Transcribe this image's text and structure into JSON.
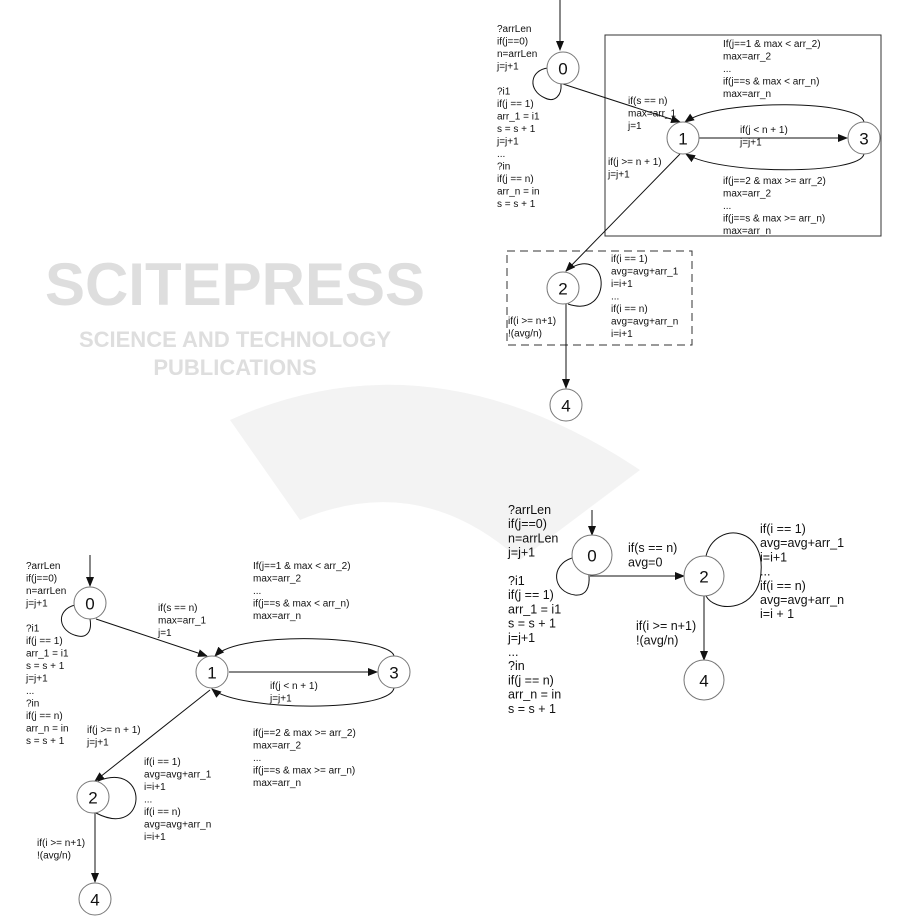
{
  "watermark": {
    "brand": "SCITEPRESS",
    "tagline": "SCIENCE AND TECHNOLOGY PUBLICATIONS"
  },
  "diagrams": [
    {
      "id": "A",
      "nodes": [
        "0",
        "1",
        "3",
        "2",
        "4"
      ],
      "labels": {
        "input": [
          "?arrLen",
          "if(j==0)",
          "n=arrLen",
          "j=j+1",
          "",
          "?i1",
          "if(j == 1)",
          "arr_1 = i1",
          "s = s + 1",
          "j=j+1",
          "...",
          "?in",
          "if(j == n)",
          "arr_n = in",
          "s = s + 1"
        ],
        "to1": [
          "if(s == n)",
          "max=arr_1",
          "j=1"
        ],
        "loopTop": [
          "If(j==1 & max < arr_2)",
          "max=arr_2",
          " ...",
          "if(j==s & max < arr_n)",
          "max=arr_n"
        ],
        "to3": [
          "if(j < n + 1)",
          "j=j+1"
        ],
        "loopBottom": [
          "if(j==2 & max >= arr_2)",
          "max=arr_2",
          "...",
          "if(j==s & max >= arr_n)",
          "max=arr_n"
        ],
        "to2": [
          "if(j >= n + 1)",
          "j=j+1"
        ],
        "avgLoop": [
          "if(i == 1)",
          "avg=avg+arr_1",
          "i=i+1",
          "...",
          "if(i == n)",
          "avg=avg+arr_n",
          "i=i+1"
        ],
        "to4": [
          "if(i >= n+1)",
          "!(avg/n)"
        ]
      }
    },
    {
      "id": "B",
      "nodes": [
        "0",
        "1",
        "3",
        "2",
        "4"
      ],
      "labels": {
        "input": [
          "?arrLen",
          "if(j==0)",
          "n=arrLen",
          "j=j+1",
          "",
          "?i1",
          "if(j == 1)",
          "arr_1 = i1",
          "s = s + 1",
          "j=j+1",
          "...",
          "?in",
          "if(j == n)",
          "arr_n = in",
          "s = s + 1"
        ],
        "to1": [
          "if(s == n)",
          "max=arr_1",
          "j=1"
        ],
        "loopTop": [
          "If(j==1 & max < arr_2)",
          "max=arr_2",
          " ...",
          "if(j==s & max < arr_n)",
          "max=arr_n"
        ],
        "to3": [
          "if(j < n + 1)",
          "j=j+1"
        ],
        "loopBottom": [
          "if(j==2 & max >= arr_2)",
          "max=arr_2",
          "...",
          "if(j==s & max >= arr_n)",
          "max=arr_n"
        ],
        "to2": [
          "if(j >= n + 1)",
          "j=j+1"
        ],
        "avgLoop": [
          "if(i == 1)",
          "avg=avg+arr_1",
          "i=i+1",
          "...",
          "if(i == n)",
          "avg=avg+arr_n",
          "i=i+1"
        ],
        "to4": [
          "if(i >= n+1)",
          "!(avg/n)"
        ]
      }
    },
    {
      "id": "C",
      "nodes": [
        "0",
        "2",
        "4"
      ],
      "labels": {
        "input": [
          "?arrLen",
          "if(j==0)",
          "n=arrLen",
          "j=j+1",
          "",
          "?i1",
          "if(j == 1)",
          "arr_1 = i1",
          "s = s + 1",
          "j=j+1",
          "...",
          "?in",
          "if(j == n)",
          "arr_n = in",
          "s = s + 1"
        ],
        "to2": [
          "if(s == n)",
          "avg=0"
        ],
        "avgLoop": [
          "if(i == 1)",
          "avg=avg+arr_1",
          "i=i+1",
          "...",
          "if(i == n)",
          "avg=avg+arr_n",
          "i=i + 1"
        ],
        "to4": [
          "if(i >= n+1)",
          "!(avg/n)"
        ]
      }
    }
  ]
}
